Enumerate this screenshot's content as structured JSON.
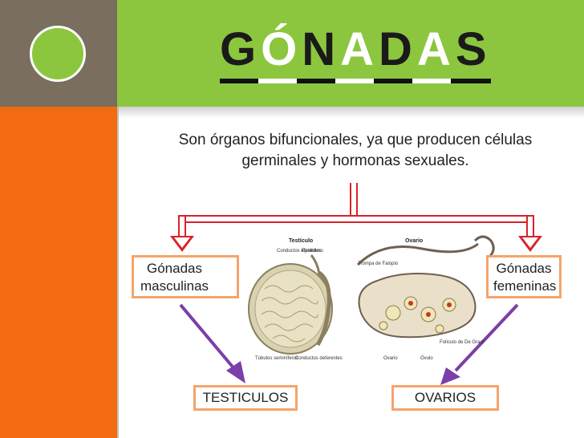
{
  "slide": {
    "title_letters": [
      "G",
      "Ó",
      "N",
      "A",
      "D",
      "A",
      "S"
    ],
    "intro_line1": "Son órganos bifuncionales, ya que producen células",
    "intro_line2": "germinales y hormonas sexuales."
  },
  "boxes": {
    "masculinas_line1": "Gónadas",
    "masculinas_line2": "masculinas",
    "femeninas_line1": "Gónadas",
    "femeninas_line2": "femeninas",
    "testiculos": "TESTICULOS",
    "ovarios": "OVARIOS"
  },
  "figure": {
    "testiculo_heading": "Testículo",
    "ovario_heading": "Ovario",
    "conductos_eferentes": "Conductos eferentes",
    "epididimo": "Epidídimo",
    "trompa": "Trompa de Falopio",
    "tubulos": "Túbulos seminíferos",
    "conductos_deferentes": "Conductos deferentes",
    "folículo": "Folículo de De Graaf",
    "ovario_label": "Ovario",
    "ovulo_label": "Óvulo"
  },
  "colors": {
    "header_green": "#8cc63e",
    "side_brown": "#7a6e5e",
    "side_orange": "#f26b13",
    "arrow_red": "#d8232a",
    "arrow_purple": "#7a3fa8",
    "box_border": "#f5a46b"
  }
}
